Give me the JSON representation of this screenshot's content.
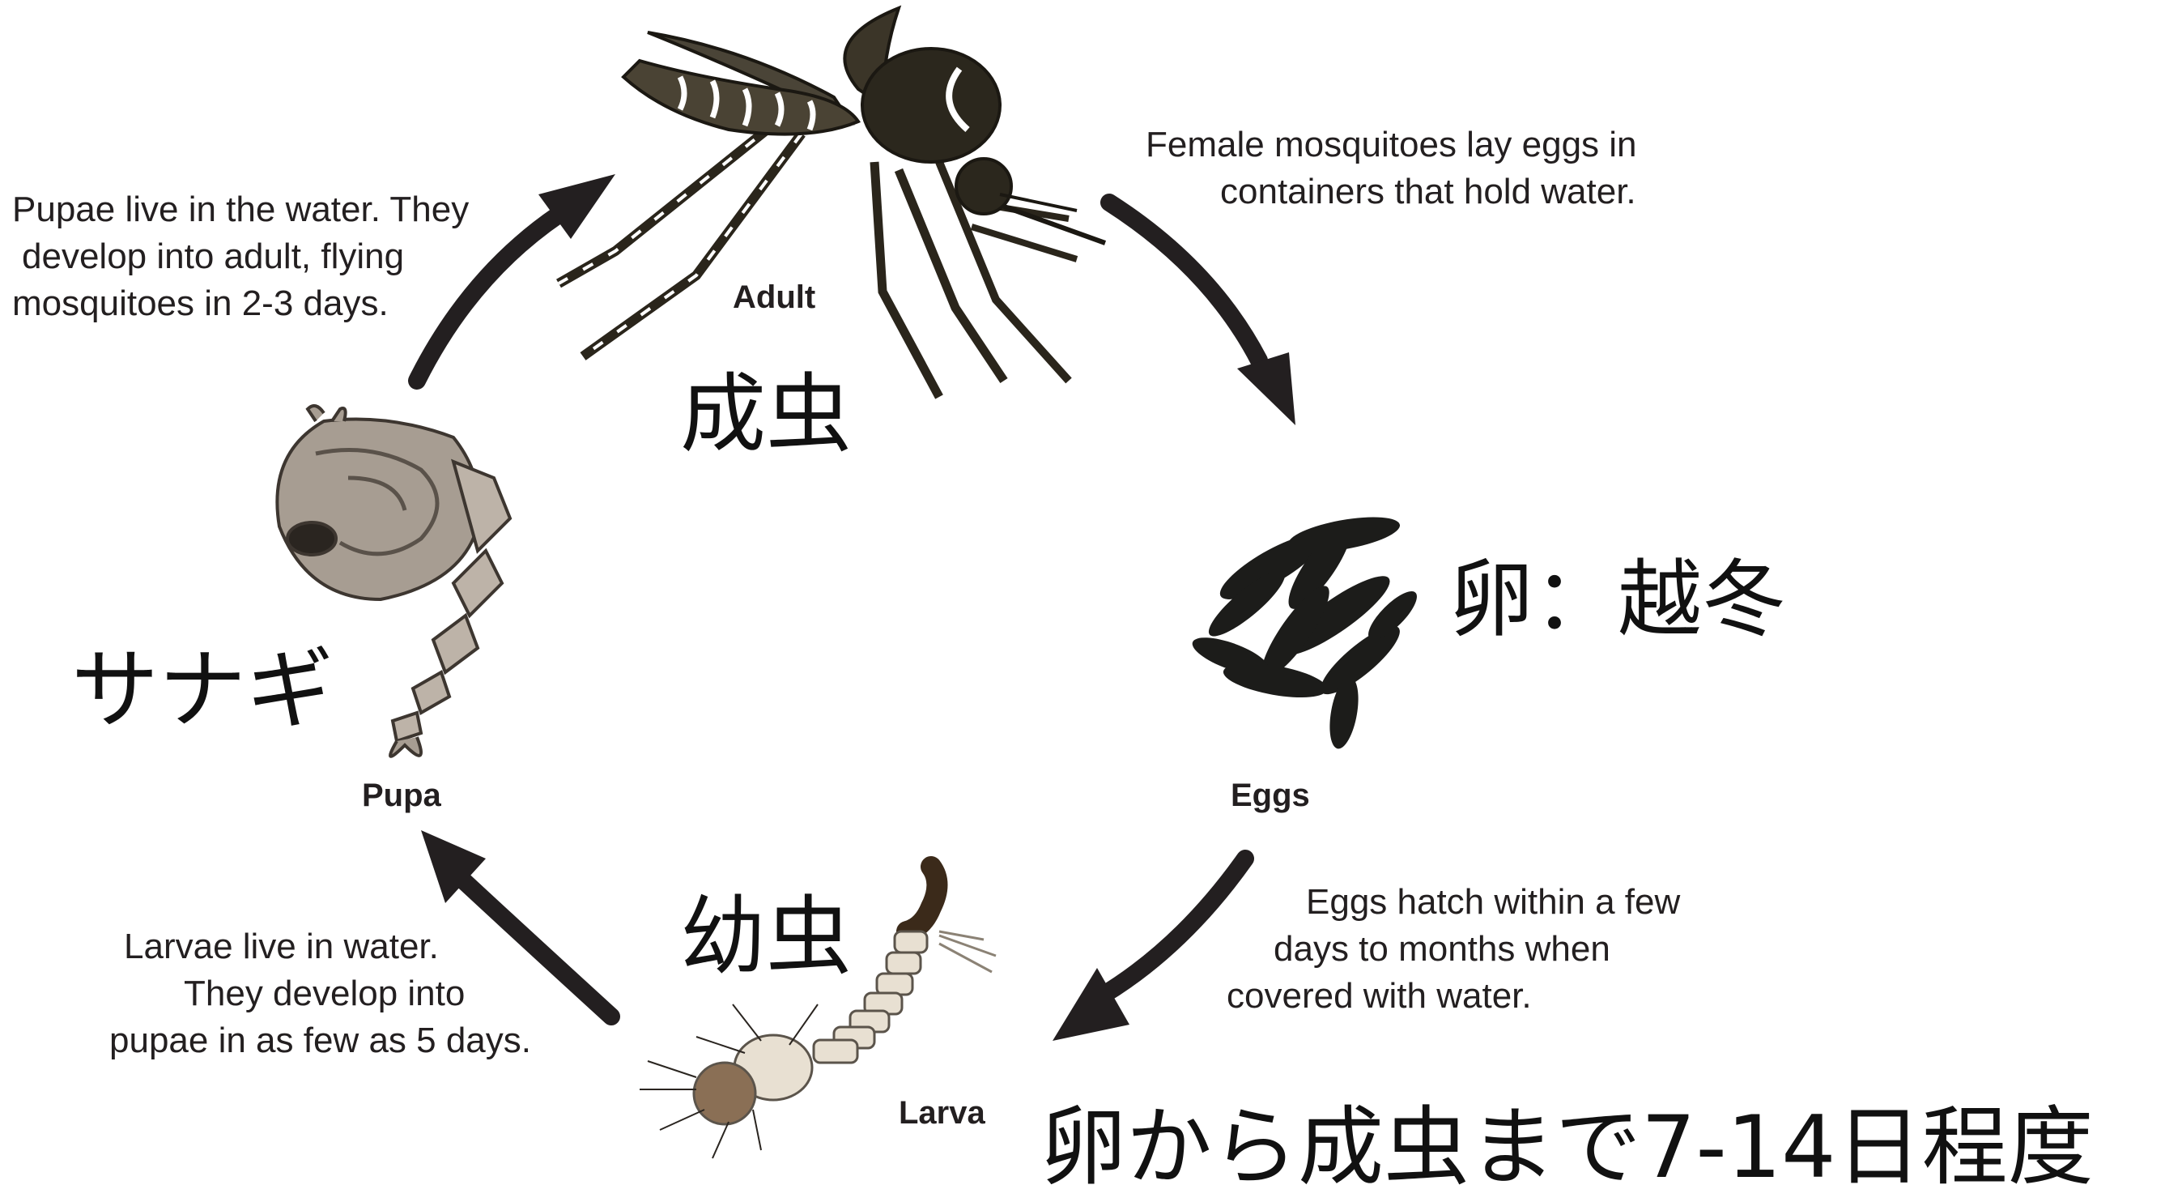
{
  "stages": {
    "adult": {
      "label": "Adult",
      "jp": "成虫"
    },
    "eggs": {
      "label": "Eggs",
      "jp": "卵：越冬"
    },
    "larva": {
      "label": "Larva",
      "jp": "幼虫"
    },
    "pupa": {
      "label": "Pupa",
      "jp": "サナギ"
    }
  },
  "descriptions": {
    "adult_to_eggs": [
      "Female mosquitoes lay eggs in",
      "containers that hold water."
    ],
    "eggs_to_larva": [
      "Eggs hatch within a few",
      "days to months when",
      "covered with water."
    ],
    "larva_to_pupa": [
      "Larvae live in water.",
      "They develop into",
      "pupae in as few as 5 days."
    ],
    "pupa_to_adult": [
      "Pupae live in the water. They",
      "develop into adult, flying",
      "mosquitoes in 2-3 days."
    ]
  },
  "summary": "卵から成虫まで7-14日程度",
  "colors": {
    "arrow": "#231f20",
    "text": "#231f20",
    "body_brown": "#3b3528",
    "pupa_gray": "#a79d92",
    "larva_cream": "#e8e0d2"
  }
}
